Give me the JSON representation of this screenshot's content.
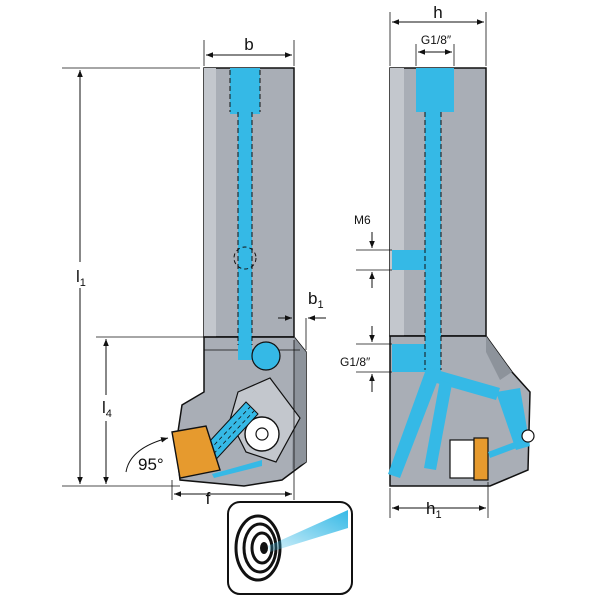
{
  "labels": {
    "b": "b",
    "h": "h",
    "thread_top": "G1/8″",
    "m6": "M6",
    "thread_side": "G1/8″",
    "l1_main": "l",
    "l1_sub": "1",
    "l4_main": "l",
    "l4_sub": "4",
    "b1_main": "b",
    "b1_sub": "1",
    "h1_main": "h",
    "h1_sub": "1",
    "f": "f",
    "angle": "95°"
  },
  "colors": {
    "body": "#a9aeb6",
    "body_dark": "#8d939b",
    "body_light": "#c3c7cd",
    "coolant": "#35b9e6",
    "insert": "#e69a2e",
    "line": "#111111"
  },
  "icons": {
    "coolant_symbol": "internal-coolant-target-icon"
  }
}
